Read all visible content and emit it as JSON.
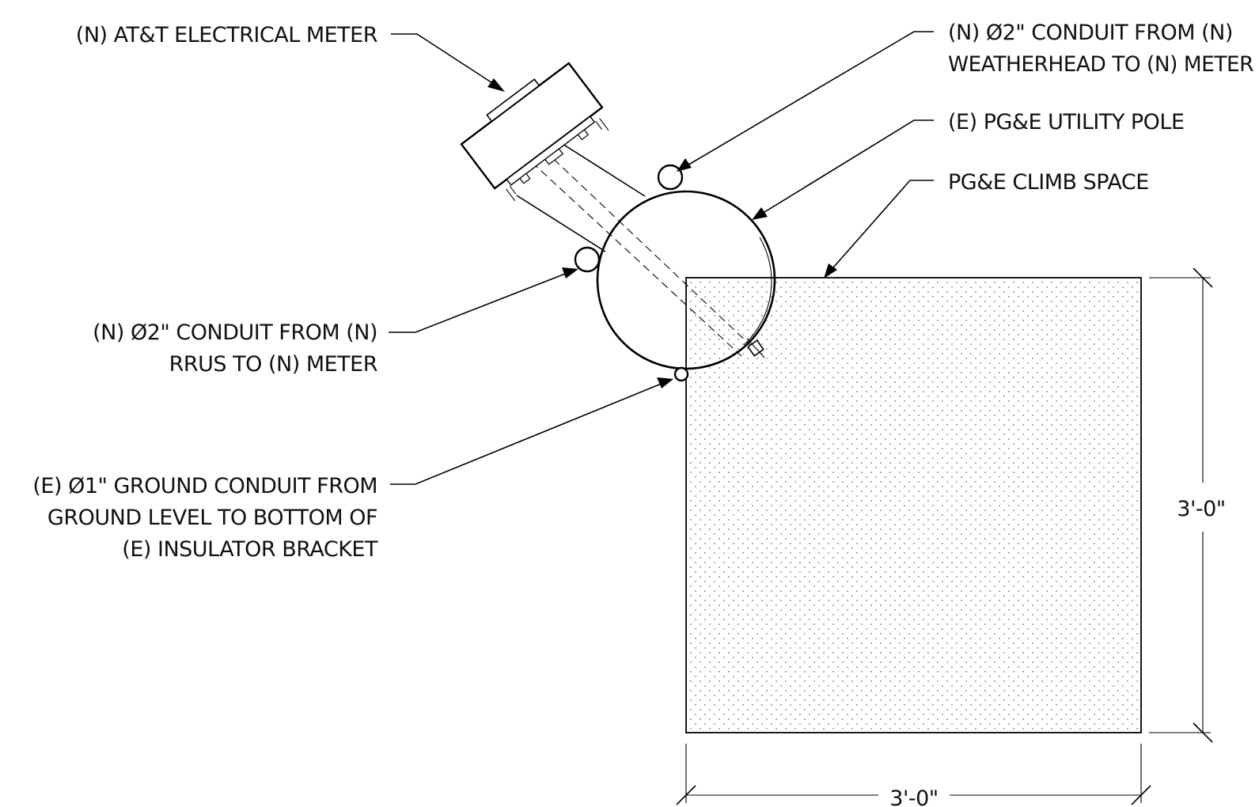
{
  "labels": {
    "meter": "(N) AT&T ELECTRICAL METER",
    "conduit_weatherhead_l1": "(N) Ø2\" CONDUIT FROM (N)",
    "conduit_weatherhead_l2": "WEATHERHEAD TO (N) METER",
    "utility_pole": "(E) PG&E UTILITY POLE",
    "climb_space": "PG&E CLIMB SPACE",
    "conduit_rrus_l1": "(N) Ø2\" CONDUIT FROM (N)",
    "conduit_rrus_l2": "RRUS TO (N) METER",
    "ground_conduit_l1": "(E) Ø1\" GROUND CONDUIT FROM",
    "ground_conduit_l2": "GROUND LEVEL TO BOTTOM OF",
    "ground_conduit_l3": "(E) INSULATOR BRACKET"
  },
  "dimensions": {
    "vertical": "3'-0\"",
    "horizontal": "3'-0\""
  }
}
